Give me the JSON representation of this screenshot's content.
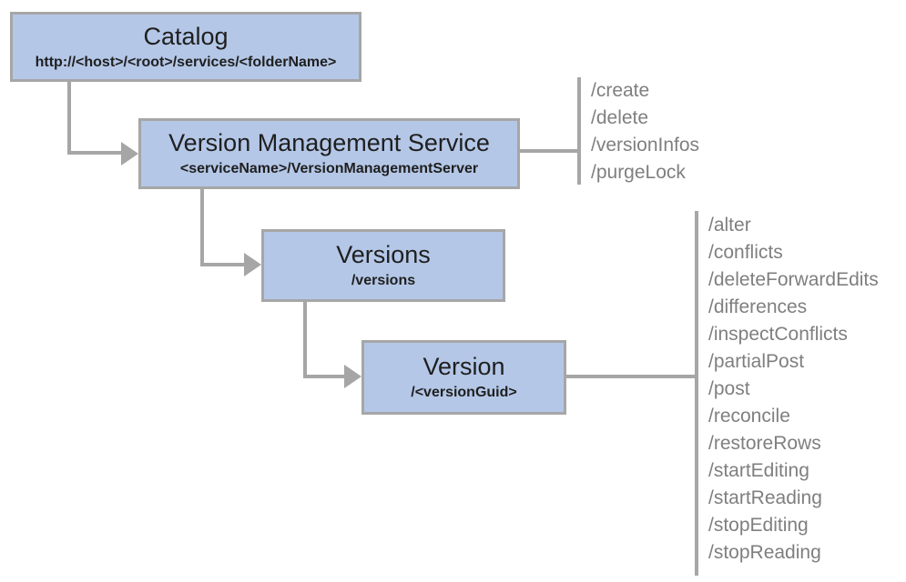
{
  "diagram": {
    "nodes": {
      "catalog": {
        "title": "Catalog",
        "subtitle": "http://<host>/<root>/services/<folderName>"
      },
      "vms": {
        "title": "Version Management Service",
        "subtitle": "<serviceName>/VersionManagementServer"
      },
      "versions": {
        "title": "Versions",
        "subtitle": "/versions"
      },
      "version": {
        "title": "Version",
        "subtitle": "/<versionGuid>"
      }
    },
    "vms_endpoints": [
      "/create",
      "/delete",
      "/versionInfos",
      "/purgeLock"
    ],
    "version_endpoints": [
      "/alter",
      "/conflicts",
      "/deleteForwardEdits",
      "/differences",
      "/inspectConflicts",
      "/partialPost",
      "/post",
      "/reconcile",
      "/restoreRows",
      "/startEditing",
      "/startReading",
      "/stopEditing",
      "/stopReading"
    ],
    "colors": {
      "node_fill": "#b4c7e7",
      "node_border": "#a6a6a6",
      "connector": "#a6a6a6",
      "endpoint_text": "#7f7f7f",
      "node_text": "#1f1f1f",
      "background": "#ffffff"
    }
  }
}
